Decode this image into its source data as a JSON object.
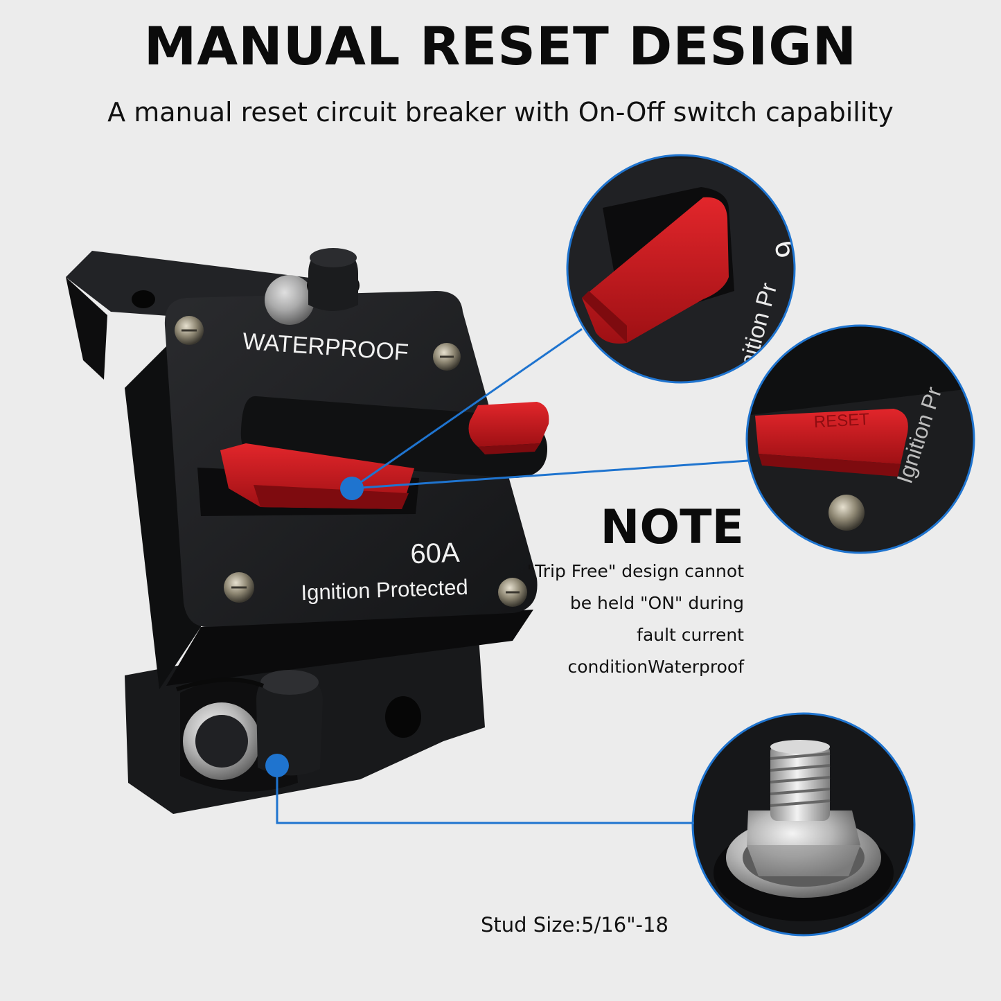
{
  "header": {
    "title": "MANUAL RESET DESIGN",
    "subtitle": "A manual reset circuit breaker with On-Off switch capability"
  },
  "product": {
    "top_label": "WATERPROOF",
    "rating": "60A",
    "bottom_label": "Ignition Protected",
    "reset_label": "RESET",
    "zoom_side_text": "Ignition Pr",
    "zoom_partial_text": "6",
    "colors": {
      "housing": "#17181a",
      "lever": "#c8161b",
      "callout": "#1f74cf"
    }
  },
  "note": {
    "title": "NOTE",
    "lines": [
      "\"Trip Free\" design cannot",
      "be held \"ON\" during",
      "fault current",
      "conditionWaterproof"
    ]
  },
  "stud": {
    "label": "Stud Size:5/16\"-18"
  }
}
